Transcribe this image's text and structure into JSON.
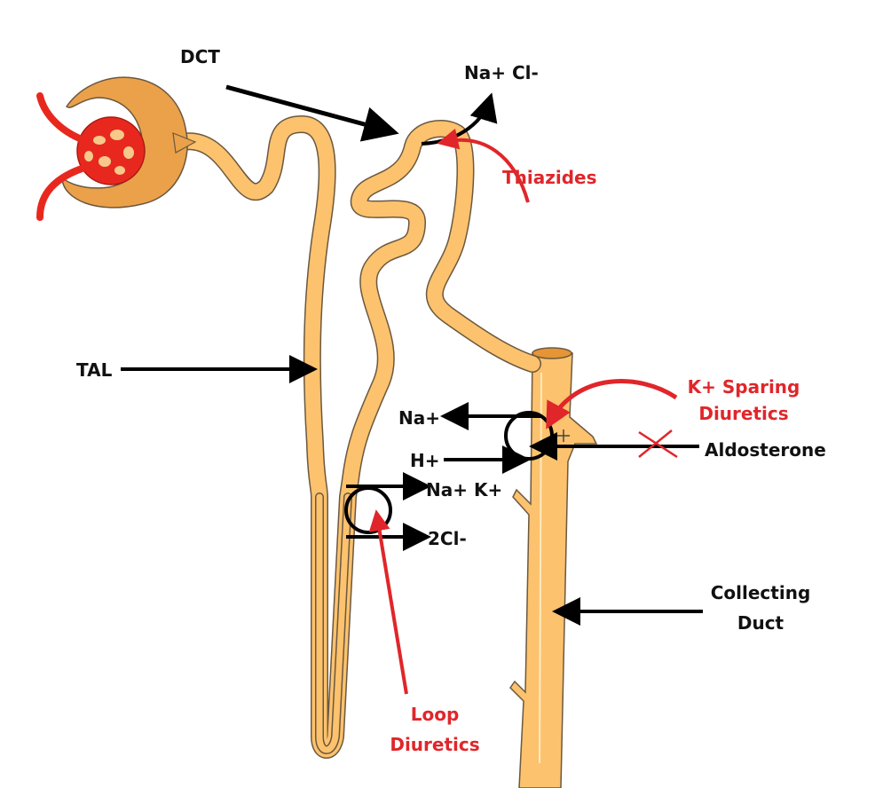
{
  "diagram": {
    "title": "Nephron diuretic sites of action",
    "colors": {
      "tubule_fill": "#fcc26d",
      "tubule_outline": "#6b5840",
      "capsule_fill": "#eba14a",
      "vessel": "#e8281e",
      "arrow_black": "#000000",
      "arrow_red": "#e0262a"
    },
    "labels": {
      "dct": "DCT",
      "na_cl": "Na+ Cl-",
      "thiazides": "Thiazides",
      "tal": "TAL",
      "k_sparing_line1": "K+ Sparing",
      "k_sparing_line2": "Diuretics",
      "na_plus": "Na+",
      "h_plus": "H+",
      "aldosterone": "Aldosterone",
      "na_k": "Na+ K+",
      "two_cl": "2Cl-",
      "collecting_line1": "Collecting",
      "collecting_line2": "Duct",
      "loop_line1": "Loop",
      "loop_line2": "Diuretics"
    },
    "structures": [
      "glomerulus",
      "bowman-capsule",
      "proximal-tubule",
      "loop-of-henle",
      "thick-ascending-limb",
      "distal-convoluted-tubule",
      "collecting-duct"
    ],
    "transporters": [
      "NKCC2 cotransporter (TAL)",
      "NaCl cotransporter (DCT)",
      "ENaC / Na+-H+ exchange (collecting duct)"
    ],
    "blocked_signal": "Aldosterone"
  }
}
